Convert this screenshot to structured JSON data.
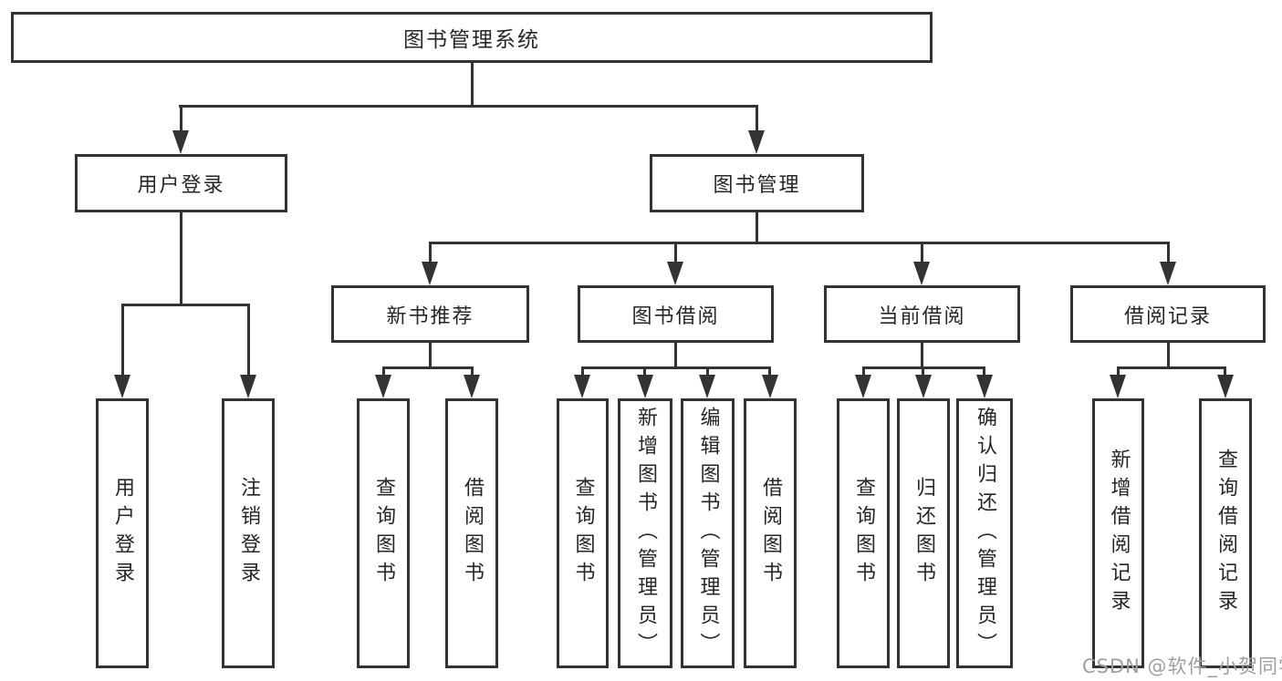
{
  "diagram": {
    "type": "hierarchy-tree",
    "title": "图书管理系统",
    "tree": {
      "root": {
        "label": "图书管理系统",
        "children": [
          {
            "label": "用户登录",
            "children": [
              {
                "label": "用户登录"
              },
              {
                "label": "注销登录"
              }
            ]
          },
          {
            "label": "图书管理",
            "children": [
              {
                "label": "新书推荐",
                "children": [
                  {
                    "label": "查询图书"
                  },
                  {
                    "label": "借阅图书"
                  }
                ]
              },
              {
                "label": "图书借阅",
                "children": [
                  {
                    "label": "查询图书"
                  },
                  {
                    "label": "新增图书（管理员）"
                  },
                  {
                    "label": "编辑图书（管理员）"
                  },
                  {
                    "label": "借阅图书"
                  }
                ]
              },
              {
                "label": "当前借阅",
                "children": [
                  {
                    "label": "查询图书"
                  },
                  {
                    "label": "归还图书"
                  },
                  {
                    "label": "确认归还（管理员）"
                  }
                ]
              },
              {
                "label": "借阅记录",
                "children": [
                  {
                    "label": "新增借阅记录"
                  },
                  {
                    "label": "查询借阅记录"
                  }
                ]
              }
            ]
          }
        ]
      }
    },
    "watermark": "CSDN @软件_小贺同学",
    "colors": {
      "line": "#333333",
      "text": "#262626",
      "background": "#ffffff",
      "watermark": "#9e9e9e"
    }
  }
}
